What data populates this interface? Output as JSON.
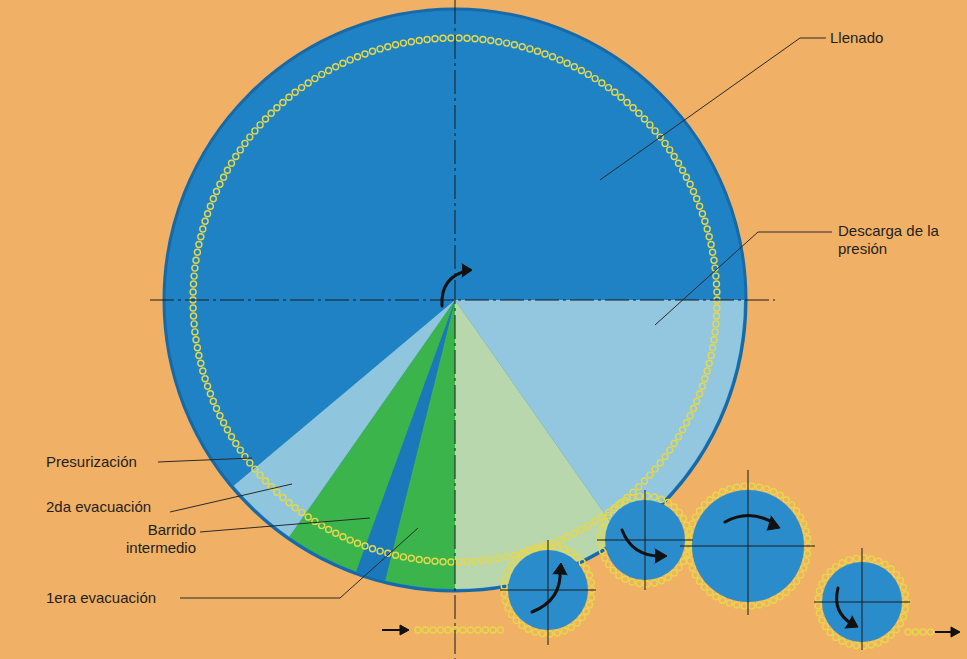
{
  "diagram": {
    "labels": [
      "Llenado",
      "Descarga de la presión",
      "Presurización",
      "2da evacuación",
      "Barrido intermedio",
      "1era evacuación"
    ]
  }
}
